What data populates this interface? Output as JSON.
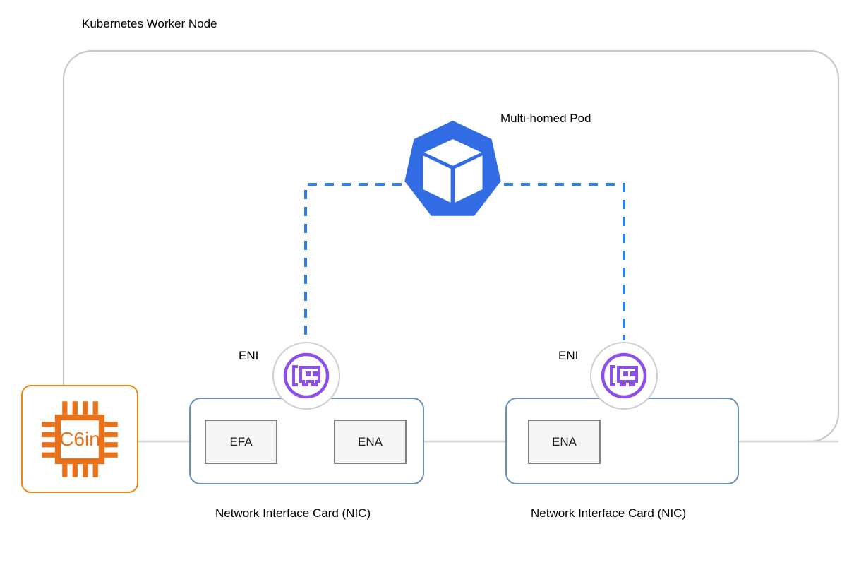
{
  "diagram": {
    "title": "Kubernetes Worker Node",
    "node_boundary": {
      "name": "kubernetes-worker-node-boundary",
      "stroke": "#C8C8C8"
    },
    "pod": {
      "label": "Multi-homed Pod",
      "icon": "kubernetes-logo-icon",
      "color": "#326CE5"
    },
    "instance": {
      "chip_label": "C6in",
      "icon": "cpu-chip-icon",
      "color": "#E8711A",
      "border_color": "#E8871A"
    },
    "enis": [
      {
        "label": "ENI",
        "icon": "network-interface-card-icon",
        "color": "#8C4FE8"
      },
      {
        "label": "ENI",
        "icon": "network-interface-card-icon",
        "color": "#8C4FE8"
      }
    ],
    "nics": [
      {
        "caption": "Network Interface Card (NIC)",
        "border_color": "#6C8EBF",
        "adapters": [
          {
            "label": "EFA"
          },
          {
            "label": "ENA"
          }
        ]
      },
      {
        "caption": "Network Interface Card (NIC)",
        "border_color": "#6C8EBF",
        "adapters": [
          {
            "label": "ENA"
          }
        ]
      }
    ],
    "connections": {
      "pod_to_eni_style": "dashed",
      "pod_to_eni_color": "#2F80ED",
      "instance_to_nic_color": "#D0D0D0"
    }
  }
}
